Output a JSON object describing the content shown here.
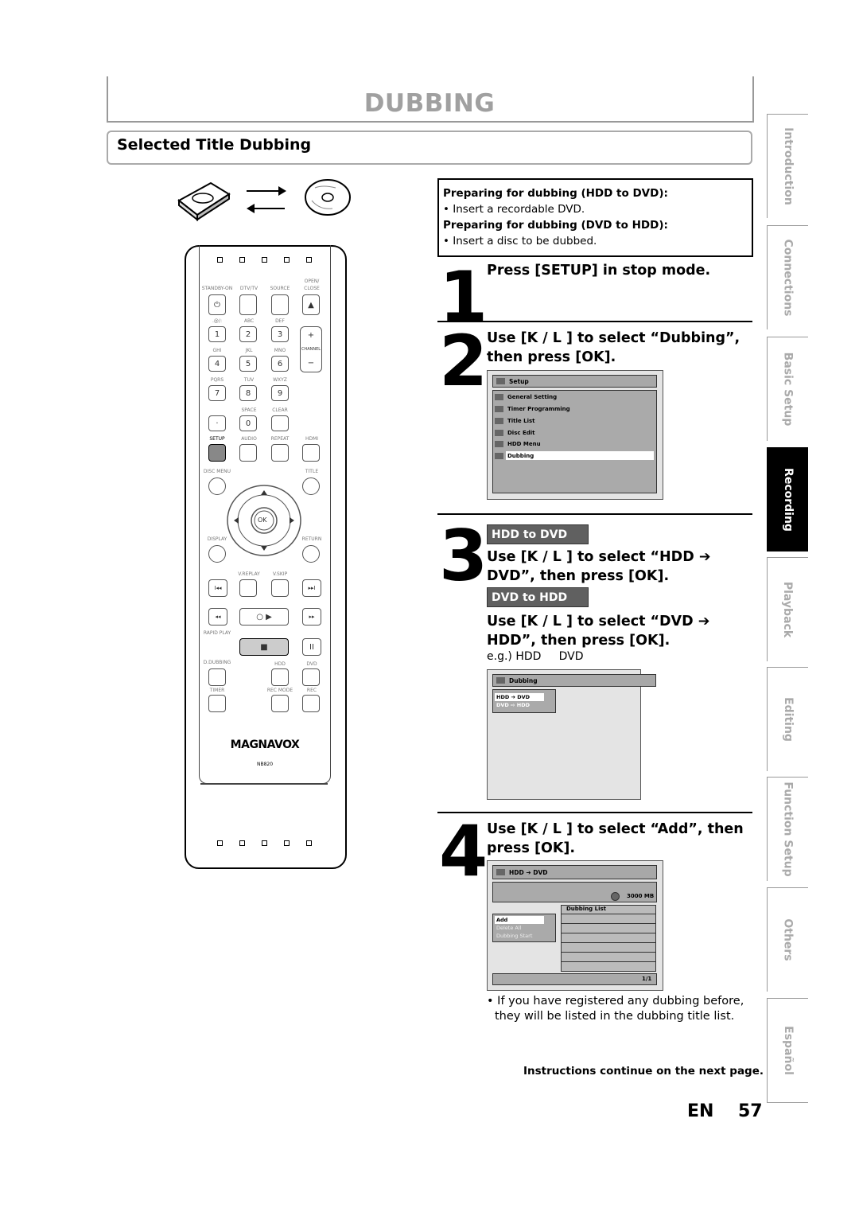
{
  "header": {
    "title": "DUBBING",
    "section": "Selected Title Dubbing"
  },
  "prep": {
    "hdd_to_dvd_title": "Preparing for dubbing (HDD to DVD):",
    "hdd_to_dvd_text": "• Insert a recordable DVD.",
    "dvd_to_hdd_title": "Preparing for dubbing (DVD to HDD):",
    "dvd_to_hdd_text": "• Insert a disc to be dubbed."
  },
  "steps": {
    "s1": {
      "num": "1",
      "text": "Press [SETUP] in stop mode."
    },
    "s2": {
      "num": "2",
      "text": "Use [K / L ] to select “Dubbing”, then press [OK]."
    },
    "s3": {
      "num": "3",
      "tag1": "HDD to DVD",
      "text1": "Use [K / L ] to select “HDD ➔ DVD”, then press [OK].",
      "tag2": "DVD to HDD",
      "text2": "Use [K / L ] to select “DVD ➔ HDD”, then press [OK].",
      "eg": "e.g.) HDD     DVD"
    },
    "s4": {
      "num": "4",
      "text": "Use [K / L ] to select “Add”, then press [OK].",
      "note1": "• If you have registered any dubbing before,",
      "note2": "they will be listed in the dubbing title list."
    }
  },
  "screen_setup": {
    "title": "Setup",
    "items": [
      "General Setting",
      "Timer Programming",
      "Title List",
      "Disc Edit",
      "HDD Menu",
      "Dubbing"
    ]
  },
  "screen_dubbing": {
    "title": "Dubbing",
    "opt1": "HDD ➔ DVD",
    "opt2": "DVD ⇨ HDD"
  },
  "screen_list": {
    "title": "HDD ➔ DVD",
    "capacity": "3000 MB",
    "list_header": "Dubbing List",
    "menu": [
      "Add",
      "Delete All",
      "Dubbing Start"
    ],
    "page": "1/1"
  },
  "footer": {
    "continue": "Instructions continue on the next page.",
    "lang": "EN",
    "page": "57"
  },
  "side_tabs": [
    "Introduction",
    "Connections",
    "Basic Setup",
    "Recording",
    "Playback",
    "Editing",
    "Function Setup",
    "Others",
    "Español"
  ],
  "remote": {
    "brand": "MAGNAVOX",
    "model": "NB820",
    "labels": {
      "standby": "STANDBY-ON",
      "dtvtv": "DTV/TV",
      "source": "SOURCE",
      "open": "OPEN/",
      "close": "CLOSE",
      "abc": "ABC",
      "def": "DEF",
      "ghi": "GHI",
      "jkl": "JKL",
      "mno": "MNO",
      "channel": "CHANNEL",
      "pqrs": "PQRS",
      "tuv": "TUV",
      "wxyz": "WXYZ",
      "space": "SPACE",
      "clear": "CLEAR",
      "setup": "SETUP",
      "audio": "AUDIO",
      "repeat": "REPEAT",
      "hdmi": "HDMI",
      "disc_menu": "DISC MENU",
      "title": "TITLE",
      "ok": "OK",
      "display": "DISPLAY",
      "return": "RETURN",
      "vreplay": "V.REPLAY",
      "vskip": "V.SKIP",
      "rapid": "RAPID PLAY",
      "ddubbing": "D.DUBBING",
      "hdd": "HDD",
      "dvd": "DVD",
      "timer": "TIMER",
      "recmode": "REC MODE",
      "rec": "REC",
      "sym": ".@/:"
    },
    "keys": [
      "1",
      "2",
      "3",
      "4",
      "5",
      "6",
      "7",
      "8",
      "9",
      "0",
      "·"
    ]
  }
}
